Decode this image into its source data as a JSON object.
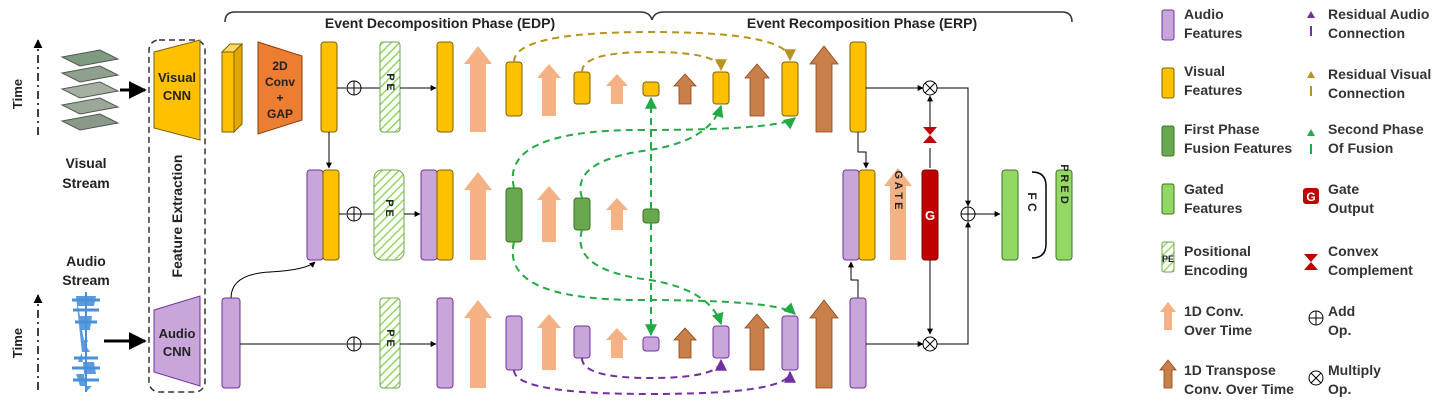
{
  "phases": {
    "edp": "Event Decomposition Phase (EDP)",
    "erp": "Event Recomposition Phase (ERP)"
  },
  "inputs": {
    "time": "Time",
    "visual_stream": [
      "Visual",
      "Stream"
    ],
    "audio_stream": [
      "Audio",
      "Stream"
    ],
    "feature_extraction": "Feature Extraction",
    "visual_cnn": [
      "Visual",
      "CNN"
    ],
    "audio_cnn": [
      "Audio",
      "CNN"
    ],
    "conv_gap": [
      "2D",
      "Conv",
      "+",
      "GAP"
    ]
  },
  "blocks": {
    "pe": "P E",
    "gate_text": "G A T E",
    "gate_symbol": "G",
    "fc": "F C",
    "pred": "P R E D"
  },
  "legend": {
    "audio_features": [
      "Audio",
      "Features"
    ],
    "visual_features": [
      "Visual",
      "Features"
    ],
    "first_phase": [
      "First Phase",
      "Fusion Features"
    ],
    "gated_features": [
      "Gated",
      "Features"
    ],
    "positional_encoding": [
      "Positional",
      "Encoding"
    ],
    "conv_time": [
      "1D Conv.",
      "Over Time"
    ],
    "transpose_conv": [
      "1D Transpose",
      "Conv. Over Time"
    ],
    "residual_audio": [
      "Residual Audio",
      "Connection"
    ],
    "residual_visual": [
      "Residual Visual",
      "Connection"
    ],
    "second_phase": [
      "Second Phase",
      "Of Fusion"
    ],
    "gate_output": [
      "Gate",
      "Output"
    ],
    "convex": [
      "Convex",
      "Complement"
    ],
    "add": [
      "Add",
      "Op."
    ],
    "multiply": [
      "Multiply",
      "Op."
    ]
  },
  "colors": {
    "audio": "#C8A6D9",
    "visual": "#FFC000",
    "fusion": "#6AA84F",
    "gated": "#93D865",
    "conv_arrow": "#F4B183",
    "transpose_arrow": "#C97F4A",
    "gate": "#C00000",
    "conv_block": "#ED7D31",
    "green_dash": "#22AA44",
    "gold_dash": "#B8941E",
    "purple_dash": "#7030A0"
  }
}
